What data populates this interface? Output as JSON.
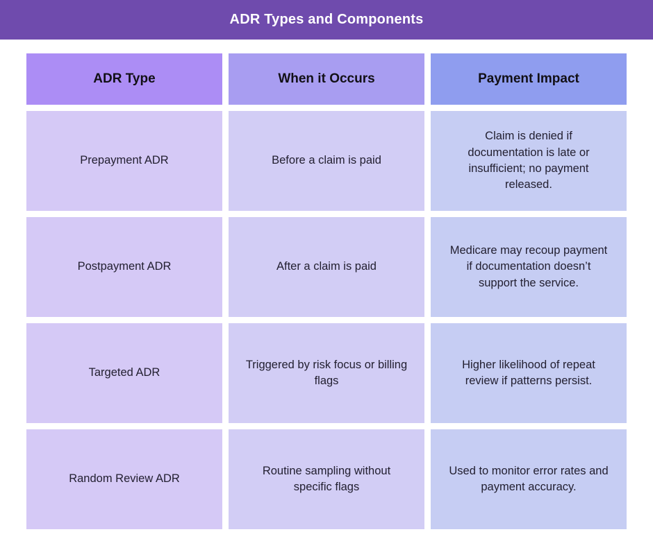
{
  "banner": {
    "title": "ADR Types and Components"
  },
  "chart_data": {
    "type": "table",
    "title": "ADR Types and Components",
    "columns": [
      "ADR Type",
      "When it Occurs",
      "Payment Impact"
    ],
    "rows": [
      [
        "Prepayment ADR",
        "Before a claim is paid",
        "Claim is denied if documentation is late or insufficient; no payment released."
      ],
      [
        "Postpayment ADR",
        "After a claim is paid",
        "Medicare may recoup payment if documentation doesn’t support the service."
      ],
      [
        "Targeted ADR",
        "Triggered by risk focus or billing flags",
        "Higher likelihood of repeat review if patterns persist."
      ],
      [
        "Random Review ADR",
        "Routine sampling without specific flags",
        "Used to monitor error rates and payment accuracy."
      ]
    ]
  },
  "colors": {
    "banner_bg": "#6F4BAD",
    "header_bg": [
      "#AC8DF5",
      "#A89DF1",
      "#8F9DEF"
    ],
    "cell_bg": [
      "#D5C9F6",
      "#D2CDF5",
      "#C6CDF3"
    ],
    "banner_text": "#FFFFFF"
  }
}
